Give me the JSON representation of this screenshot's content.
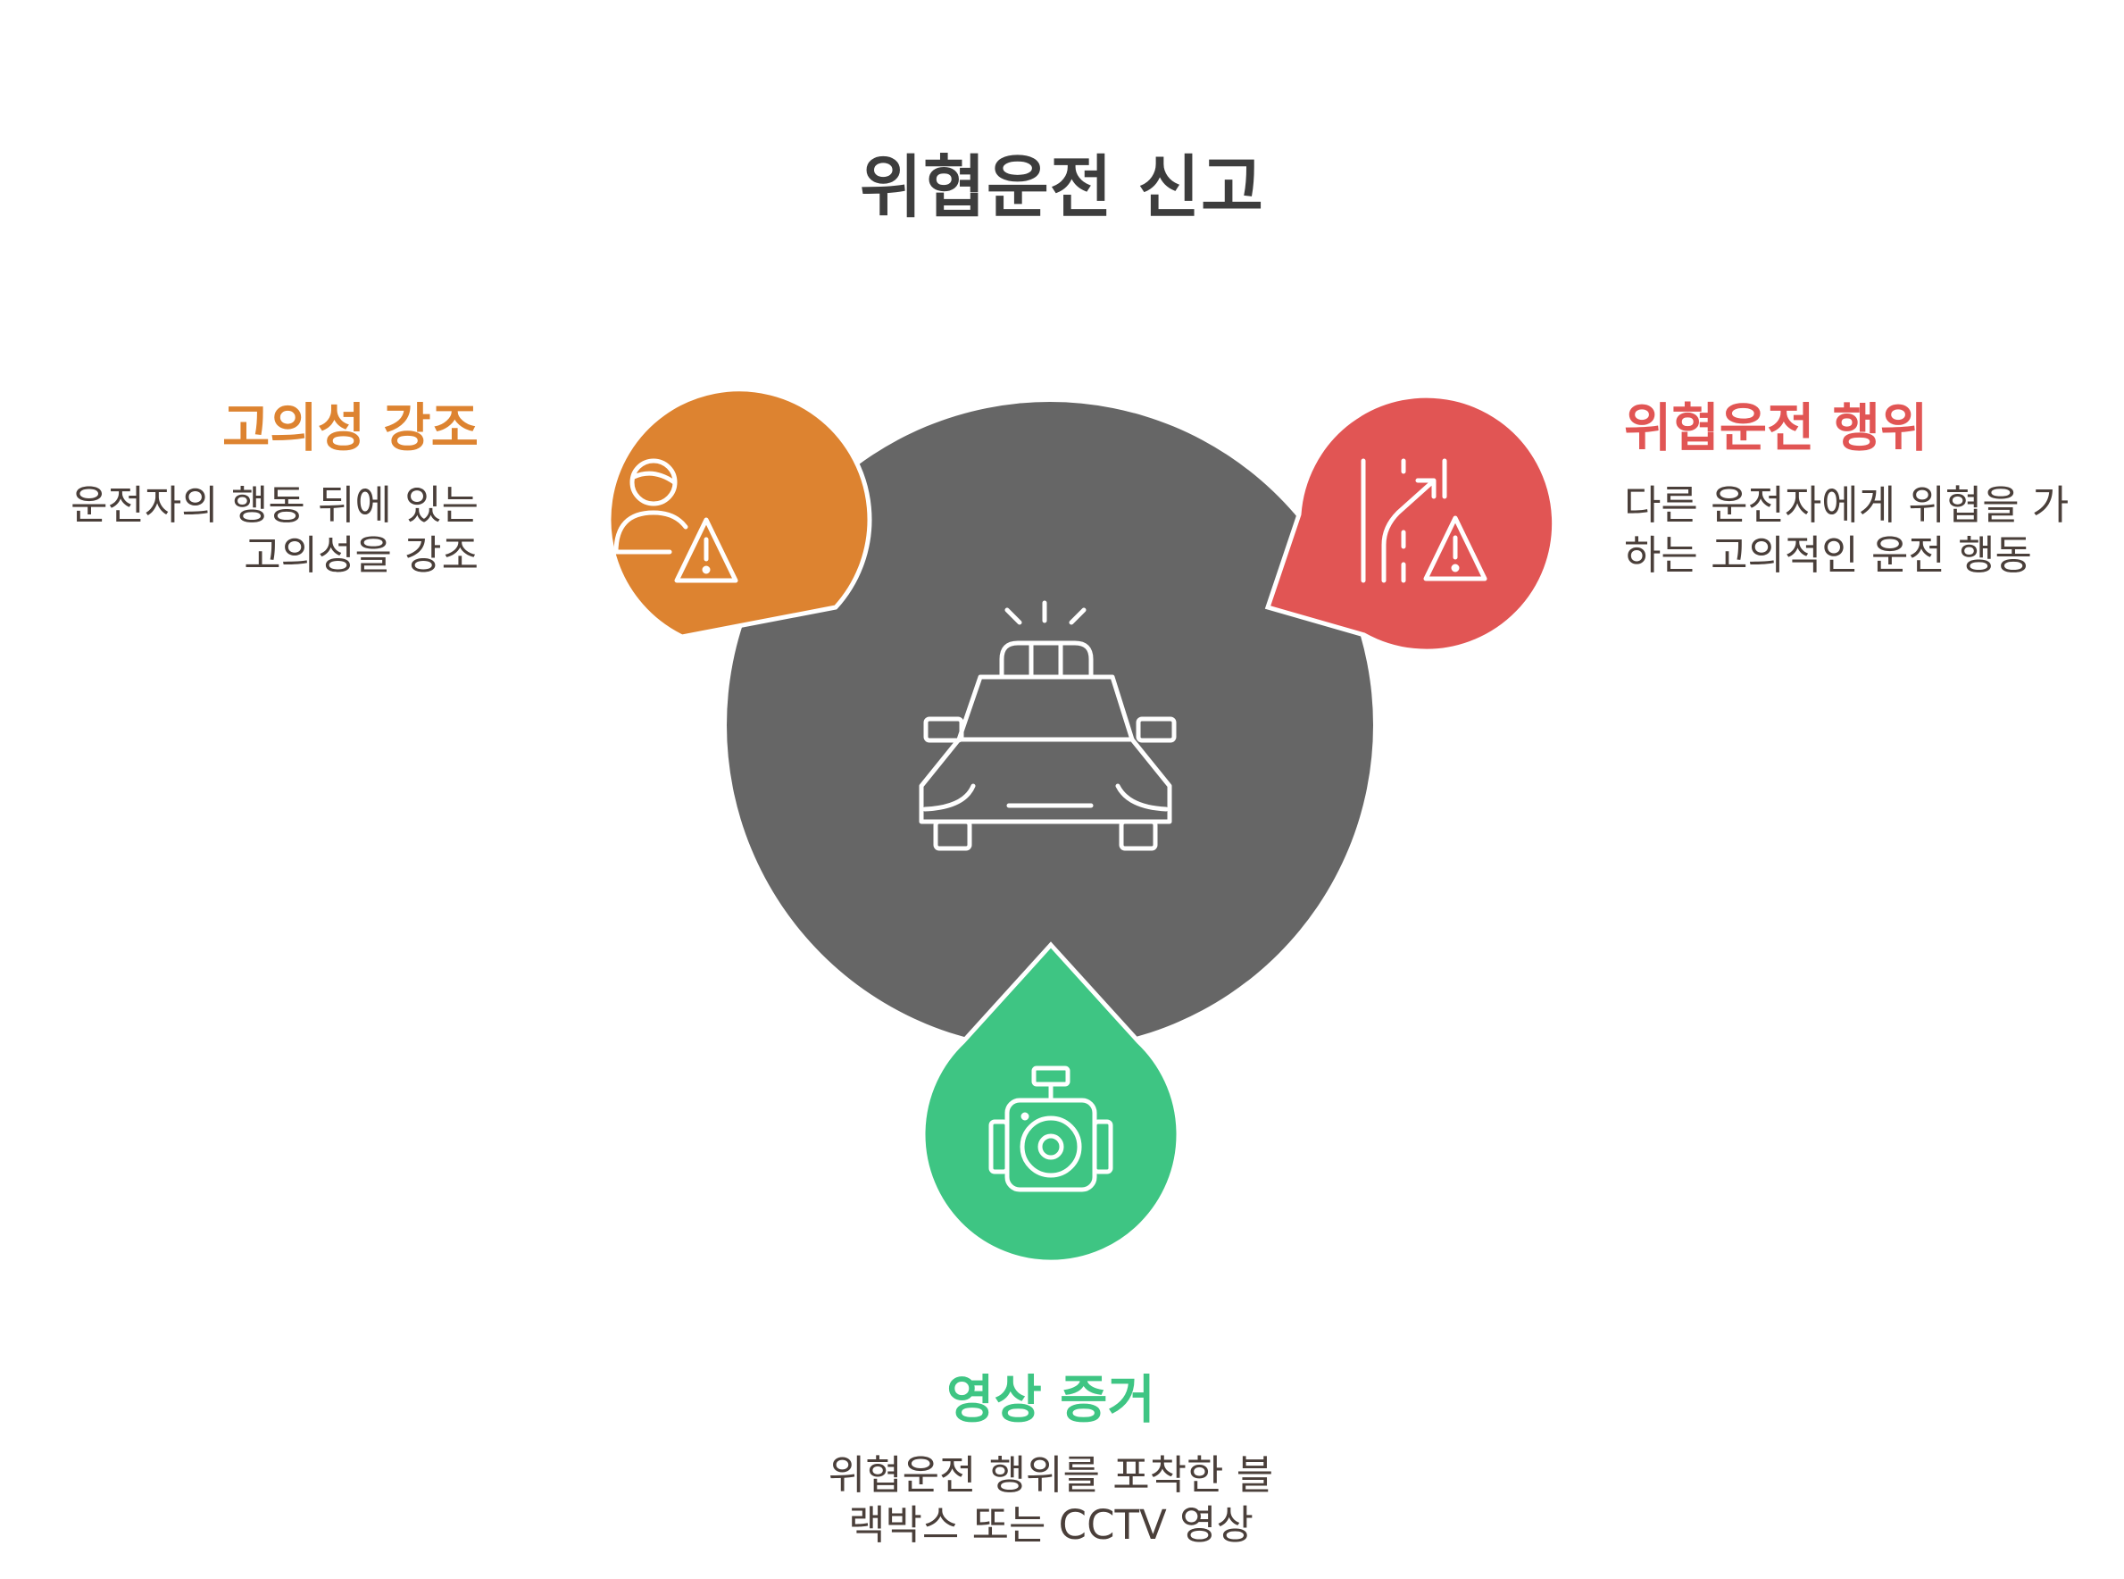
{
  "title": "위협운전 신고",
  "colors": {
    "center": "#666666",
    "orange": "#DD8330",
    "red": "#E15554",
    "green": "#3EC583",
    "title_text": "#3D3D3D",
    "desc_text": "#4A3F3A"
  },
  "center": {
    "icon": "police-car-icon"
  },
  "items": [
    {
      "label": "고의성 강조",
      "desc_lines": [
        "운전자의 행동 뒤에 있는",
        "고의성을 강조"
      ],
      "icon": "person-warning-icon",
      "color": "#DD8330"
    },
    {
      "label": "위협운전 행위",
      "desc_lines": [
        "다른 운전자에게 위협을 가",
        "하는 고의적인 운전 행동"
      ],
      "icon": "road-warning-icon",
      "color": "#E15554"
    },
    {
      "label": "영상 증거",
      "desc_lines": [
        "위협운전 행위를 포착한 블",
        "랙박스 또는 CCTV 영상"
      ],
      "icon": "dashcam-icon",
      "color": "#3EC583"
    }
  ]
}
